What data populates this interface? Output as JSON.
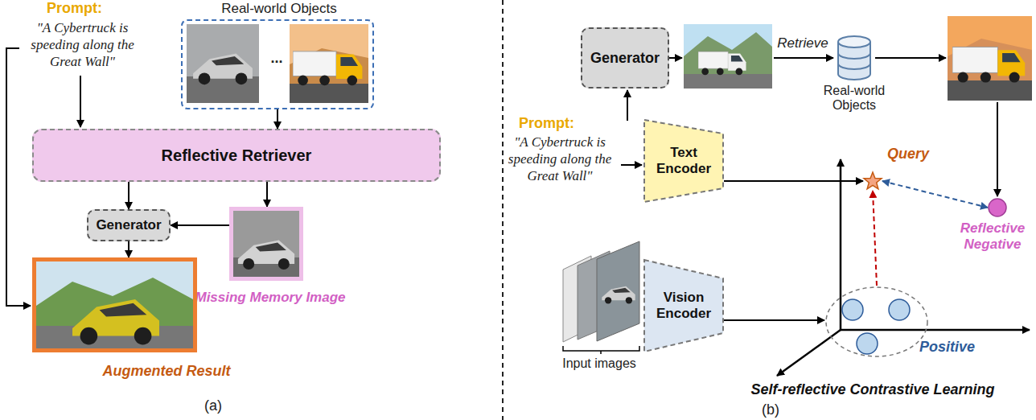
{
  "diagram": {
    "nodes": [
      {
        "text": [
          "Real-world Objects",
          "..."
        ]
      },
      {
        "text": [
          "Reflective Retriever"
        ]
      },
      {
        "text": [
          "Generator"
        ]
      },
      {
        "text": [
          "Missing Memory Image"
        ]
      },
      {
        "text": [
          "Augmented Result"
        ]
      },
      {
        "text": [
          "Generator"
        ]
      },
      {
        "text": [
          "Real-world Objects"
        ]
      },
      {
        "text": [
          "Text Encoder"
        ]
      },
      {
        "text": [
          "Query"
        ]
      },
      {
        "text": [
          "Reflective Negative"
        ]
      },
      {
        "text": [
          "Vision Encoder"
        ]
      },
      {
        "text": [
          "Positive"
        ]
      }
    ],
    "edges": [
      {
        "from": 0,
        "to": 1,
        "arrow": "to"
      },
      {
        "from": 1,
        "to": 2,
        "arrow": "to"
      },
      {
        "from": 1,
        "to": 3,
        "arrow": "to"
      },
      {
        "from": 3,
        "to": 2,
        "arrow": "to"
      },
      {
        "from": 2,
        "to": 4,
        "arrow": "to"
      },
      {
        "from": 7,
        "to": 8,
        "arrow": "to"
      },
      {
        "from": 8,
        "to": 9,
        "arrow": "both"
      },
      {
        "from": 11,
        "to": 8,
        "arrow": "to"
      },
      {
        "from": 10,
        "to": 11,
        "arrow": "to"
      }
    ],
    "labels": [
      "Prompt:",
      "\"A Cybertruck is speeding along the Great Wall\"",
      "(a)",
      "Prompt:",
      "\"A Cybertruck is speeding along the Great Wall\"",
      "Retrieve",
      "Input images",
      "Self-reflective Contrastive Learning",
      "(b)"
    ]
  }
}
